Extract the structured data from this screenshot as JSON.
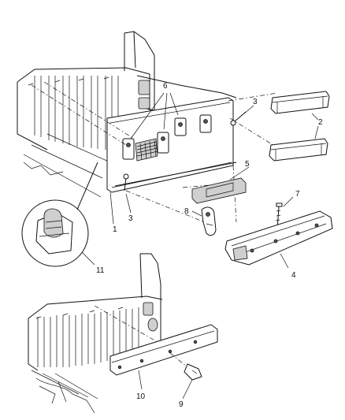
{
  "callouts": [
    {
      "id": "c1",
      "label": "1"
    },
    {
      "id": "c2",
      "label": "2"
    },
    {
      "id": "c3a",
      "label": "3"
    },
    {
      "id": "c3b",
      "label": "3"
    },
    {
      "id": "c4",
      "label": "4"
    },
    {
      "id": "c5",
      "label": "5"
    },
    {
      "id": "c6",
      "label": "6"
    },
    {
      "id": "c7",
      "label": "7"
    },
    {
      "id": "c8",
      "label": "8"
    },
    {
      "id": "c9",
      "label": "9"
    },
    {
      "id": "c10",
      "label": "10"
    },
    {
      "id": "c11",
      "label": "11"
    }
  ]
}
